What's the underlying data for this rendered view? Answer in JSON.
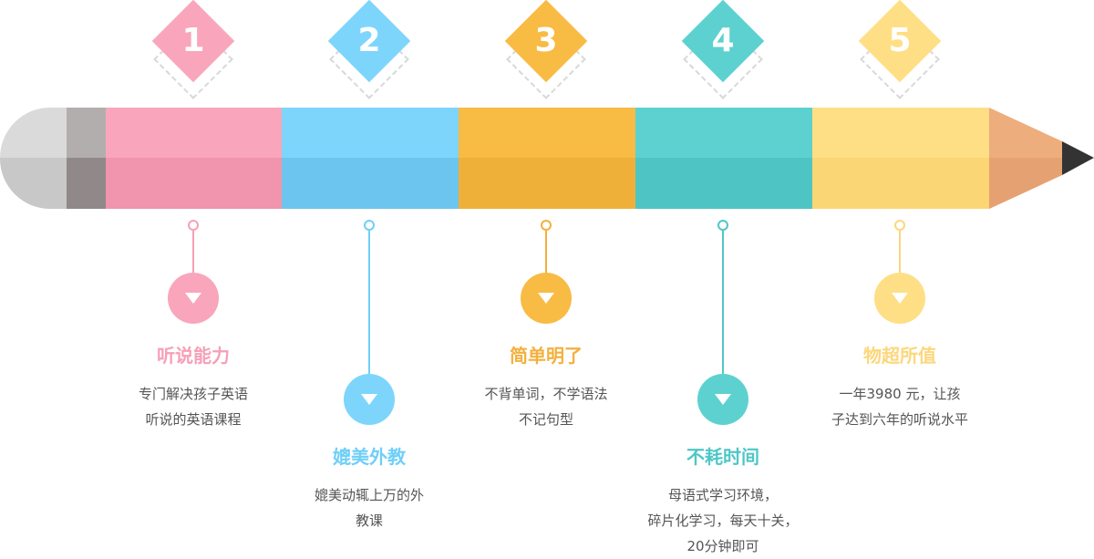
{
  "steps": [
    {
      "number": "1",
      "title": "听说能力",
      "desc": [
        "专门解决孩子英语",
        "听说的英语课程"
      ],
      "color": "#f9a6bc",
      "dark": "#f194ae",
      "title_color": "#f6a0b8"
    },
    {
      "number": "2",
      "title": "媲美外教",
      "desc": [
        "媲美动辄上万的外",
        "教课"
      ],
      "color": "#7dd5fc",
      "dark": "#6cc5ee",
      "title_color": "#6fcff7"
    },
    {
      "number": "3",
      "title": "简单明了",
      "desc": [
        "不背单词，不学语法",
        "不记句型"
      ],
      "color": "#f8bb44",
      "dark": "#efb03a",
      "title_color": "#f4b03c"
    },
    {
      "number": "4",
      "title": "不耗时间",
      "desc": [
        "母语式学习环境，",
        "碎片化学习，每天十关，",
        "20分钟即可"
      ],
      "color": "#5dd1d0",
      "dark": "#4ec5c4",
      "title_color": "#4ec7c6"
    },
    {
      "number": "5",
      "title": "物超所值",
      "desc": [
        "一年3980 元，让孩",
        "子达到六年的听说水平"
      ],
      "color": "#fedf85",
      "dark": "#fbd674",
      "title_color": "#fcd77c"
    }
  ]
}
